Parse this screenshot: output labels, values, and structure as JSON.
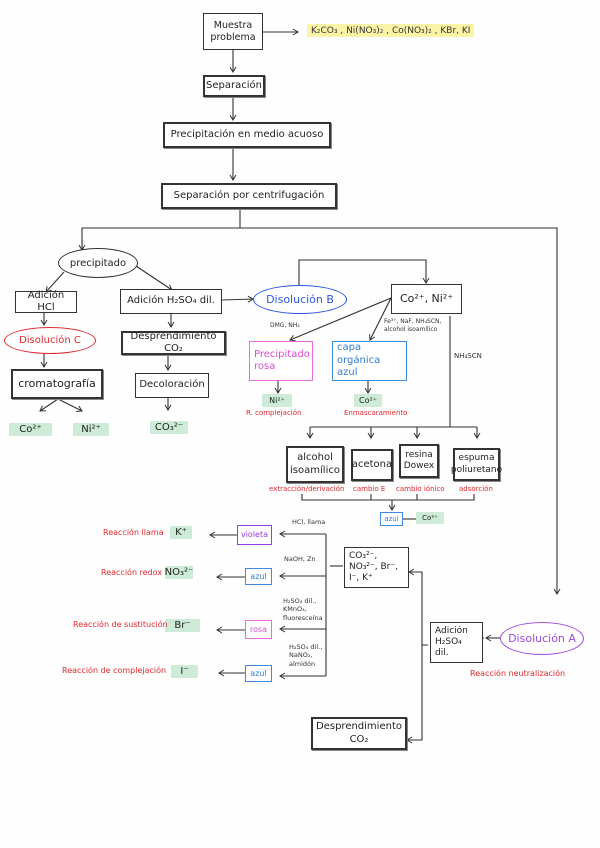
{
  "title": "Muestra problema",
  "sample_composition": "K₂CO₃ , Ni(NO₃)₂ , Co(NO₃)₂ , KBr, KI",
  "steps": {
    "separation": "Separación",
    "precipitation": "Precipitación en medio acuoso",
    "centrifugation": "Separación por centrifugación"
  },
  "precipitate_branch": {
    "precipitate": "precipitado",
    "hcl_addition": "Adición HCl",
    "dissolution_c": "Disolución C",
    "chromatography": "cromatografía",
    "co_ion": "Co²⁺",
    "ni_ion": "Ni²⁺",
    "h2so4_addition": "Adición H₂SO₄ dil.",
    "co2_release": "Desprendimiento CO₂",
    "decoloration": "Decoloración",
    "carbonate_ion": "CO₃²⁻"
  },
  "dissolution_b_branch": {
    "dissolution_b": "Disolución B",
    "cations": "Co²⁺, Ni²⁺",
    "reagent_dmg": "DMG, NH₃",
    "reagent_organic": "Fe³⁺, NaF, NH₄SCN, alcohol isoamílico",
    "pink_precipitate": "Precipitado rosa",
    "blue_layer": "capa orgánica azul",
    "ni_result": "Ni²⁺",
    "co_result": "Co²⁺",
    "ni_reaction": "R. complejación",
    "co_reaction": "Enmascaramiento",
    "reagent_nh4scn": "NH₄SCN",
    "methods": [
      {
        "label": "alcohol isoamílico",
        "note": "extracción/derivación"
      },
      {
        "label": "acetona",
        "note": "cambio E"
      },
      {
        "label": "resina Dowex",
        "note": "cambio iónico"
      },
      {
        "label": "espuma poliuretano",
        "note": "adsorción"
      }
    ],
    "method_result_color": "azul",
    "method_result_ion": "Co²⁺"
  },
  "dissolution_a_branch": {
    "dissolution_a": "Disolución A",
    "neutralization": "Reacción neutralización",
    "h2so4_addition": "Adición H₂SO₄ dil.",
    "anions_box": "CO₃²⁻, NO₃²⁻, Br⁻, I⁻, K⁺",
    "co2_release": "Desprendimiento CO₂",
    "tests": [
      {
        "reagent": "HCl, llama",
        "color": "violeta",
        "ion": "K⁺",
        "reaction": "Reacción llama"
      },
      {
        "reagent": "NaOH, Zn",
        "color": "azul",
        "ion": "NO₃²⁻",
        "reaction": "Reacción redox"
      },
      {
        "reagent": "H₂SO₄ dil., KMnO₄, fluoresceína",
        "color": "rosa",
        "ion": "Br⁻",
        "reaction": "Reacción de sustitución"
      },
      {
        "reagent": "H₂SO₄ dil., NaNO₂, almidón",
        "color": "azul",
        "ion": "I⁻",
        "reaction": "Reacción de complejación"
      }
    ]
  },
  "colors": {
    "highlight_yellow": "#fbf3a6",
    "highlight_green": "#cdebd6",
    "annotation_red": "#e0282d",
    "pink": "#e86ce0",
    "blue": "#3d8be0",
    "violet": "#9a3be0",
    "dissolution_b_blue": "#2c56e0"
  }
}
